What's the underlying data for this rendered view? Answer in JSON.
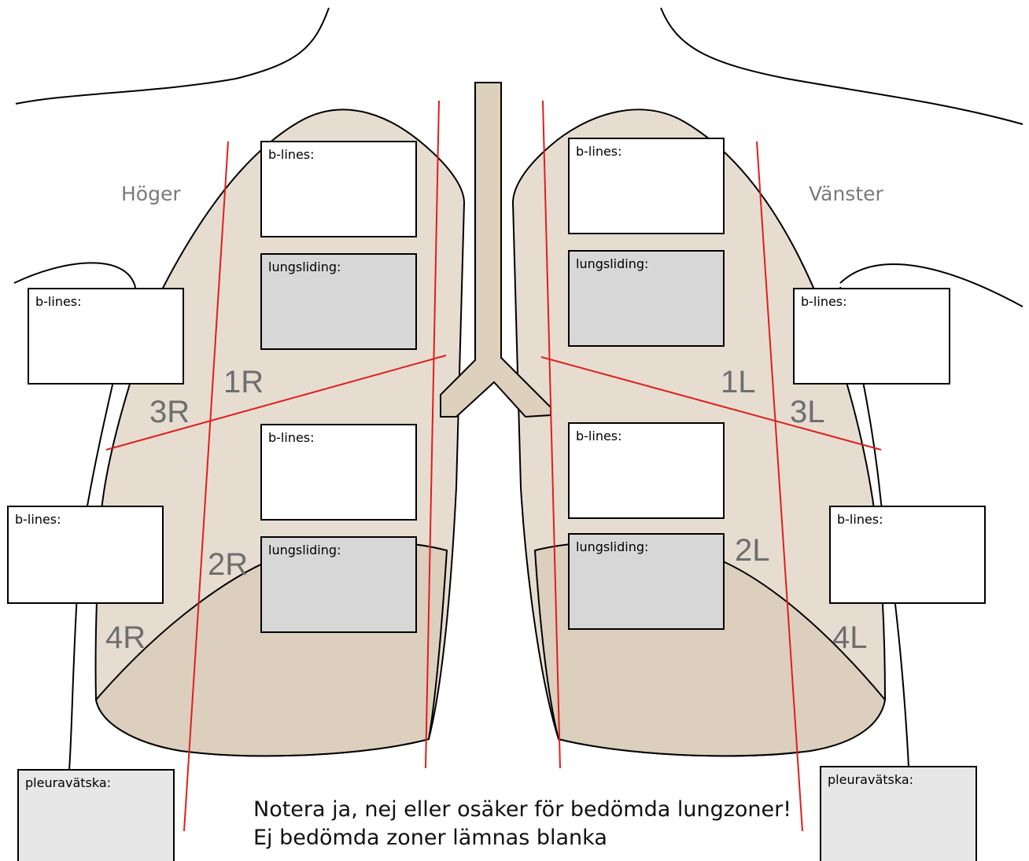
{
  "sides": {
    "right": "Höger",
    "left": "Vänster"
  },
  "zones": [
    "1R",
    "2R",
    "3R",
    "4R",
    "1L",
    "2L",
    "3L",
    "4L"
  ],
  "labels": {
    "b_lines": "b-lines:",
    "lungsliding": "lungsliding:",
    "pleuravatska": "pleuravätska:"
  },
  "note": {
    "line1": "Notera ja, nej eller osäker för bedömda lungzoner!",
    "line2": "Ej bedömda zoner lämnas blanka"
  },
  "colors": {
    "lung_fill": "#e6ddd0",
    "lung_lower_fill": "#dccfbd",
    "zone_line": "#e01e1e",
    "box_grey": "#d7d7d7",
    "box_lightgrey": "#e7e7e7"
  }
}
